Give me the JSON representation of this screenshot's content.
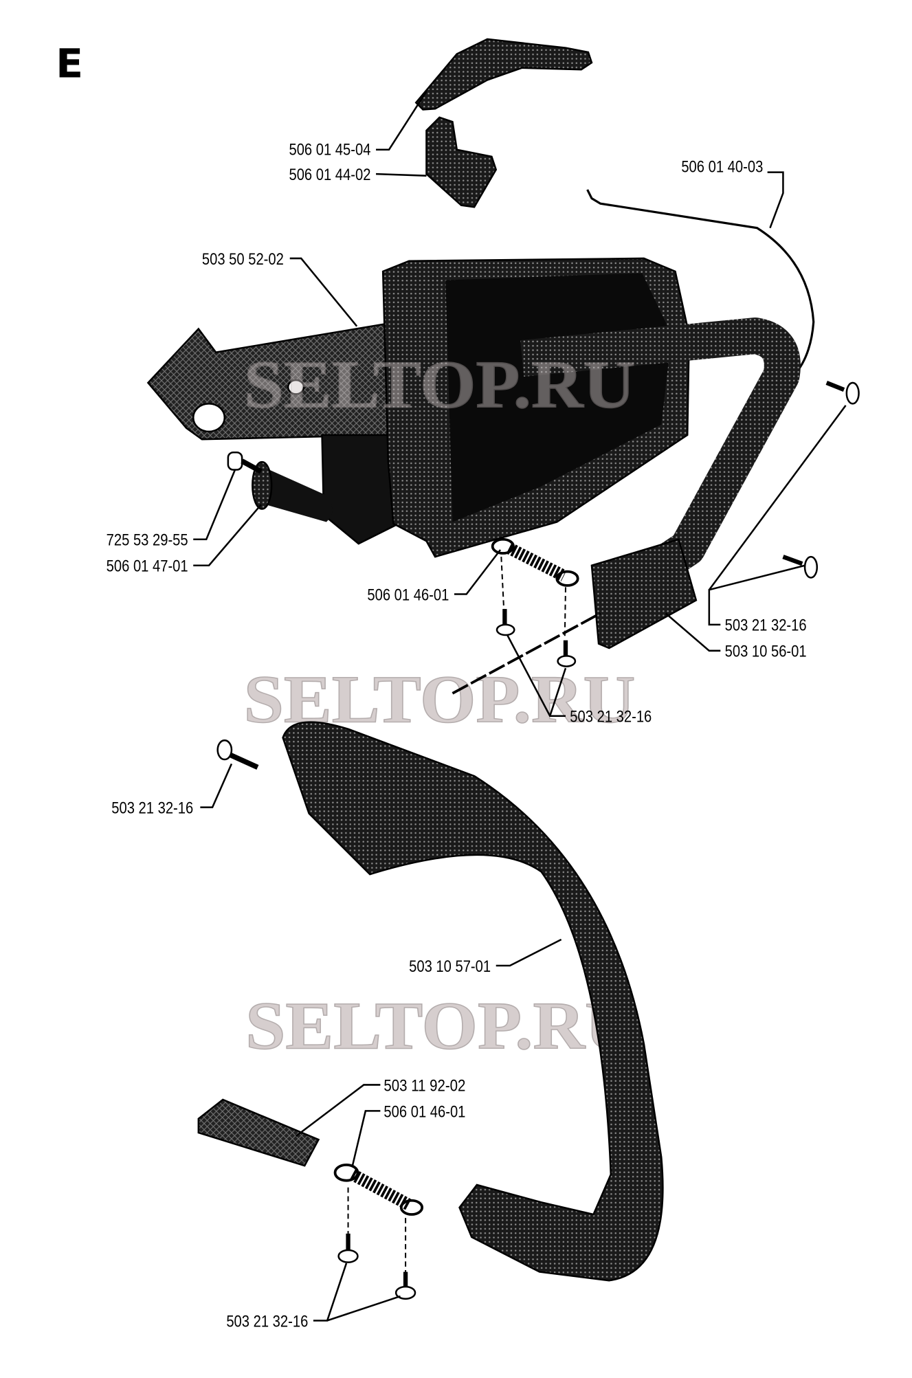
{
  "section_letter": "E",
  "watermark": "SELTOP.RU",
  "parts": {
    "lever_top": "506 01 45-04",
    "lever_bracket": "506 01 44-02",
    "throttle_wire": "506 01 40-03",
    "handle_housing": "503 50 52-02",
    "bolt": "725 53 29-55",
    "buffer_spring": "506 01 47-01",
    "spring_upper": "506 01 46-01",
    "screw_right": "503 21 32-16",
    "rear_handle_cover": "503 10 56-01",
    "screw_center": "503 21 32-16",
    "screw_left": "503 21 32-16",
    "front_handle": "503 10 57-01",
    "grip_pad": "503 11 92-02",
    "spring_lower": "506 01 46-01",
    "screw_bottom": "503 21 32-16"
  }
}
